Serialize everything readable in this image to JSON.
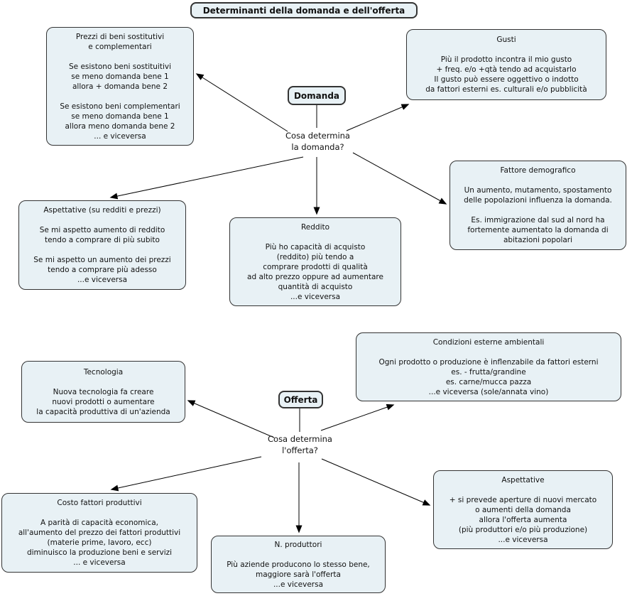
{
  "title": "Determinanti della domanda e dell'offerta",
  "colors": {
    "node_fill": "#e8f1f5",
    "node_border": "#333333",
    "line": "#000000",
    "background": "#ffffff",
    "text": "#111111"
  },
  "demand": {
    "root": "Domanda",
    "question": "Cosa determina\nla domanda?",
    "nodes": {
      "prezzi": "Prezzi di beni sostitutivi\ne complementari\n\nSe esistono beni sostituitivi\nse meno domanda bene 1\nallora + domanda bene 2\n\nSe esistono beni complementari\nse meno domanda bene 1\nallora meno domanda bene 2\n... e viceversa",
      "gusti": "Gusti\n\nPiù il prodotto incontra il mio gusto\n+ freq. e/o +qtà tendo ad acquistarlo\nIl gusto può essere oggettivo o indotto\nda fattori esterni es. culturali e/o pubblicità",
      "fattore_demografico": "Fattore demografico\n\nUn aumento, mutamento, spostamento\ndelle popolazioni influenza la domanda.\n\nEs. immigrazione dal sud al nord ha\nfortemente aumentato la domanda di\nabitazioni popolari",
      "aspettative": "Aspettative (su redditi e prezzi)\n\nSe mi aspetto aumento di reddito\ntendo a comprare di più subito\n\nSe mi aspetto un aumento dei prezzi\ntendo a comprare più adesso\n...e viceversa",
      "reddito": "Reddito\n\nPiù ho capacità di acquisto\n(reddito) più tendo a\ncomprare prodotti di qualità\nad alto prezzo oppure ad aumentare\nquantità di acquisto\n...e viceversa"
    }
  },
  "supply": {
    "root": "Offerta",
    "question": "Cosa determina\nl'offerta?",
    "nodes": {
      "tecnologia": "Tecnologia\n\nNuova tecnologia fa creare\nnuovi prodotti o aumentare\nla capacità produttiva di un'azienda",
      "condizioni_esterne": "Condizioni esterne ambientali\n\nOgni prodotto o produzione è inflenzabile da fattori esterni\nes. - frutta/grandine\nes. carne/mucca pazza\n...e viceversa (sole/annata vino)",
      "costo_fattori": "Costo fattori produttivi\n\nA parità di capacità economica,\nall'aumento del prezzo dei fattori produttivi\n(materie prime, lavoro, ecc)\ndiminuisco la produzione beni e servizi\n... e viceversa",
      "n_produttori": "N. produttori\n\nPiù aziende producono lo stesso bene,\nmaggiore sarà l'offerta\n...e viceversa",
      "aspettative": "Aspettative\n\n+ si prevede aperture di nuovi mercato\no aumenti della domanda\nallora l'offerta aumenta\n(più produttori e/o più produzione)\n...e viceversa"
    }
  }
}
